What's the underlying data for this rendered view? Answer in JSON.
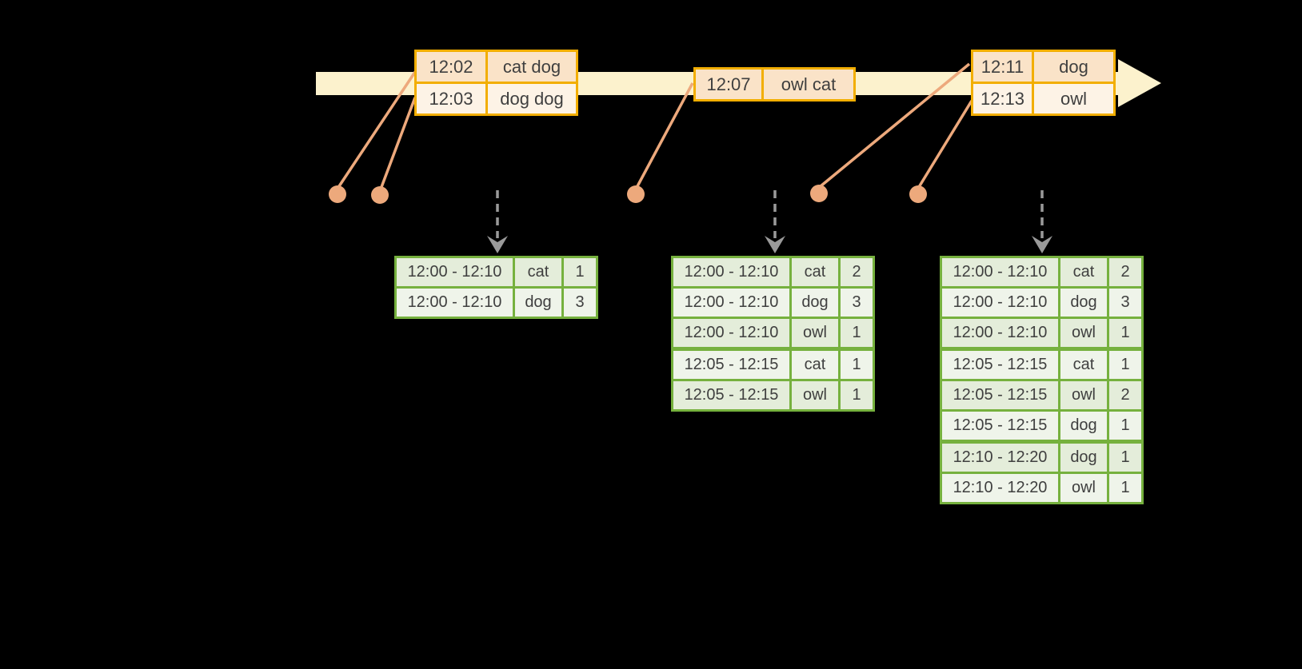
{
  "colors": {
    "background": "#000000",
    "timeline_fill": "#FCF2CD",
    "event_border": "#F2AE00",
    "event_row_odd": "#FAE3C8",
    "event_row_even": "#FDF3E6",
    "connector": "#EDA97C",
    "trigger_arrow": "#9A9A9A",
    "result_border": "#76B13E",
    "result_row_odd": "#E4EDDA",
    "result_row_even": "#EFF4EA",
    "table_text": "#3F3F3F"
  },
  "event_tables": [
    {
      "name": "events-batch-1",
      "rows": [
        {
          "cells": [
            "12:02",
            "cat dog"
          ]
        },
        {
          "cells": [
            "12:03",
            "dog dog"
          ]
        }
      ]
    },
    {
      "name": "events-batch-2",
      "rows": [
        {
          "cells": [
            "12:07",
            "owl cat"
          ]
        }
      ]
    },
    {
      "name": "events-batch-3",
      "rows": [
        {
          "cells": [
            "12:11",
            "dog"
          ]
        },
        {
          "cells": [
            "12:13",
            "owl"
          ]
        }
      ]
    }
  ],
  "result_tables": [
    {
      "name": "result-table-1",
      "rows": [
        {
          "cells": [
            "12:00 - 12:10",
            "cat",
            "1"
          ]
        },
        {
          "cells": [
            "12:00 - 12:10",
            "dog",
            "3"
          ]
        }
      ]
    },
    {
      "name": "result-table-2",
      "rows": [
        {
          "cells": [
            "12:00 - 12:10",
            "cat",
            "2"
          ]
        },
        {
          "cells": [
            "12:00 - 12:10",
            "dog",
            "3"
          ]
        },
        {
          "cells": [
            "12:00 - 12:10",
            "owl",
            "1"
          ]
        },
        {
          "cells": [
            "12:05 - 12:15",
            "cat",
            "1"
          ]
        },
        {
          "cells": [
            "12:05 - 12:15",
            "owl",
            "1"
          ]
        }
      ]
    },
    {
      "name": "result-table-3",
      "rows": [
        {
          "cells": [
            "12:00 - 12:10",
            "cat",
            "2"
          ]
        },
        {
          "cells": [
            "12:00 - 12:10",
            "dog",
            "3"
          ]
        },
        {
          "cells": [
            "12:00 - 12:10",
            "owl",
            "1"
          ]
        },
        {
          "cells": [
            "12:05 - 12:15",
            "cat",
            "1"
          ]
        },
        {
          "cells": [
            "12:05 - 12:15",
            "owl",
            "2"
          ]
        },
        {
          "cells": [
            "12:05 - 12:15",
            "dog",
            "1"
          ]
        },
        {
          "cells": [
            "12:10 - 12:20",
            "dog",
            "1"
          ]
        },
        {
          "cells": [
            "12:10 - 12:20",
            "owl",
            "1"
          ]
        }
      ]
    }
  ]
}
